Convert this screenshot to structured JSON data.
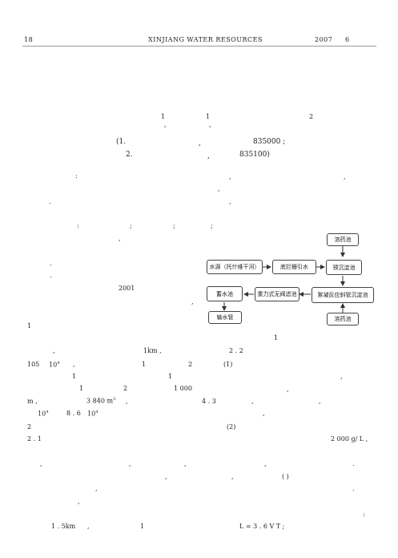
{
  "header": {
    "page_number": "18",
    "journal": "XINJIANG  WATER  RESOURCES",
    "year": "2007",
    "issue": "6"
  },
  "authors": {
    "mark_a": "1",
    "comma_a": ",",
    "mark_b": "1",
    "comma_b": ",",
    "mark_c": "2"
  },
  "affiliations": {
    "line1_prefix": "(1.",
    "line1_sep": ",",
    "line1_postcode": "835000 ;",
    "line2_prefix": "2.",
    "line2_sep": ",",
    "line2_postcode": "835100)"
  },
  "abstract": {
    "colon": ":",
    "p1": ",",
    "p2": ",",
    "p3": ",",
    "p4": ".",
    "p5": ","
  },
  "keywords": {
    "colon": ":",
    "s1": ";",
    "s2": ";",
    "s3": ";",
    "end": ","
  },
  "body": {
    "dot1": ".",
    "dot2": ".",
    "year_2001": "2001",
    "comma_2001": ",",
    "section_1": "1",
    "fig_number": "1",
    "l1_comma": ",",
    "l1_dist": "1km ,",
    "l1_sec": "2 . 2",
    "l2_a": "105",
    "l2_b": "10",
    "l2_b_sup": "4",
    "l2_c": ",",
    "l2_d": "1",
    "l2_e": "2",
    "l2_f": "(1)",
    "l3_a": "1",
    "l3_b": "1",
    "l3_c": ",",
    "l4_a": "1",
    "l4_b": "2",
    "l4_c": "1 000",
    "l4_d": ",",
    "l5_a": "m ,",
    "l5_b": "3  840 m",
    "l5_b_sup": "3",
    "l5_c": ",",
    "l5_d": "4 . 3",
    "l5_e": ",",
    "l5_f": ",",
    "l6_a": "10",
    "l6_a_sup": "4",
    "l6_b": "8 . 6",
    "l6_c": "10",
    "l6_c_sup": "4",
    "l6_d": ",",
    "sec2": "2",
    "sec2_item": "(2)",
    "sec21": "2 . 1",
    "conc": "2 000   g/ L ,",
    "l9_a": ",",
    "l9_b": ",",
    "l9_c": ",",
    "l9_d": ",",
    "l9_e": ".",
    "l10_a": ",",
    "l10_b": ",",
    "l10_c": "(       )",
    "l11_a": ",",
    "l11_b": ".",
    "l12_a": ",",
    "l13_colon": ":",
    "l14_a": "1 . 5km",
    "l14_b": ",",
    "l14_c": "1",
    "formula": "L = 3 . 6 V T ;"
  },
  "flowchart": {
    "nodes": {
      "dosing_tank_top": "溶药池",
      "water_source": "水源（托什维干河）",
      "bottom_intake": "底拦栅引水",
      "pre_sedimentation": "预沉淀池",
      "storage_tank": "蓄水池",
      "gravity_filter": "重力式无阀滤池",
      "flocculation_tank": "絮凝反应斜管沉淀池",
      "water_pipe": "输水管",
      "dosing_tank_bottom": "溶药池"
    }
  }
}
